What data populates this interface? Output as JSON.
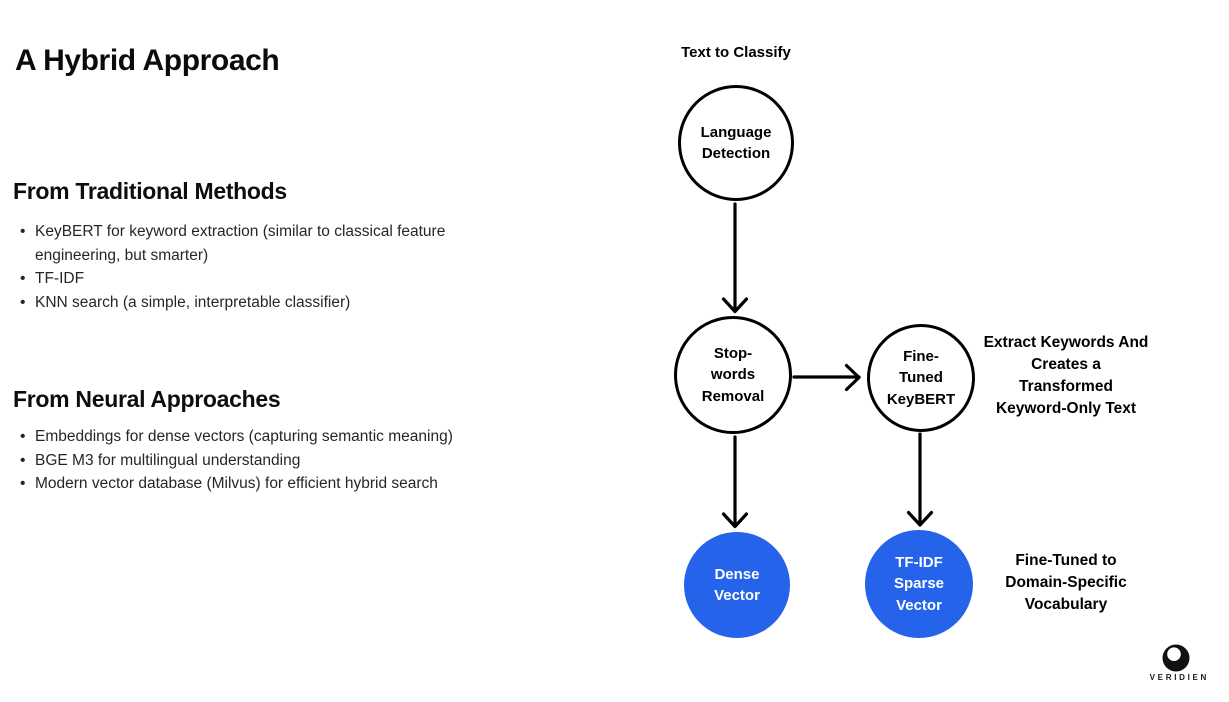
{
  "colors": {
    "accent_blue": "#2563eb",
    "ink": "#0d0d0d"
  },
  "slide": {
    "title": "A Hybrid Approach",
    "sections": [
      {
        "heading": "From Traditional Methods",
        "bullets": [
          "KeyBERT for keyword extraction (similar to classical feature\nengineering, but smarter)",
          "TF-IDF",
          "KNN search (a simple, interpretable classifier)"
        ]
      },
      {
        "heading": "From Neural Approaches",
        "bullets": [
          "Embeddings for dense vectors (capturing semantic meaning)",
          "BGE M3 for multilingual understanding",
          "Modern vector database (Milvus) for efficient hybrid search"
        ]
      }
    ]
  },
  "diagram": {
    "input_label": "Text to Classify",
    "nodes": {
      "language_detection": {
        "label": "Language\nDetection",
        "style": "outline"
      },
      "stop_words": {
        "label": "Stop-\nwords\nRemoval",
        "style": "outline"
      },
      "keybert": {
        "label": "Fine-\nTuned\nKeyBERT",
        "style": "outline"
      },
      "dense_vector": {
        "label": "Dense\nVector",
        "style": "filled-blue"
      },
      "tfidf_sparse": {
        "label": "TF-IDF\nSparse\nVector",
        "style": "filled-blue"
      }
    },
    "annotations": {
      "keybert_note": "Extract Keywords And\nCreates a\nTransformed\nKeyword-Only Text",
      "tfidf_note": "Fine-Tuned to\nDomain-Specific\nVocabulary"
    }
  },
  "logo": {
    "brand": "VERIDIEN"
  }
}
